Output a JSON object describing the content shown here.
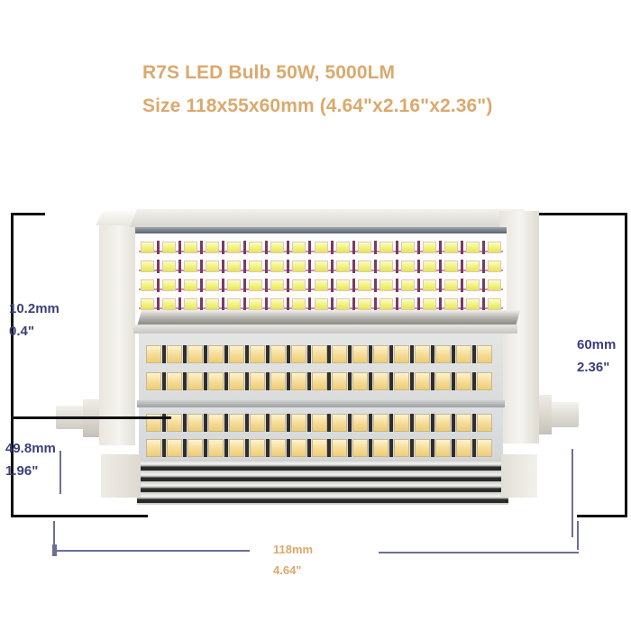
{
  "title": {
    "line1": "R7S LED Bulb 50W, 5000LM",
    "line2": "Size 118x55x60mm (4.64\"x2.16\"x2.36\")",
    "color": "#dba96d"
  },
  "dimensions": {
    "height_upper": {
      "mm": "10.2mm",
      "inch": "0.4\"",
      "color": "#3b3f7a"
    },
    "height_lower": {
      "mm": "49.8mm",
      "inch": "1.96\"",
      "color": "#3b3f7a"
    },
    "depth": {
      "mm": "60mm",
      "inch": "2.36\"",
      "color": "#3b3f7a"
    },
    "length": {
      "mm": "118mm",
      "inch": "4.64\"",
      "color": "#dba96d"
    }
  },
  "product": {
    "name": "R7S LED Bulb",
    "panels": [
      {
        "id": "top",
        "led_rows": 4,
        "leds_per_row": 17,
        "led_tone": "cool-white"
      },
      {
        "id": "middle",
        "led_rows": 2,
        "leds_per_row": 17,
        "led_tone": "warm-white"
      },
      {
        "id": "bottom",
        "led_rows": 2,
        "leds_per_row": 17,
        "led_tone": "warm-white"
      }
    ],
    "connector": "R7S double-ended pin"
  }
}
